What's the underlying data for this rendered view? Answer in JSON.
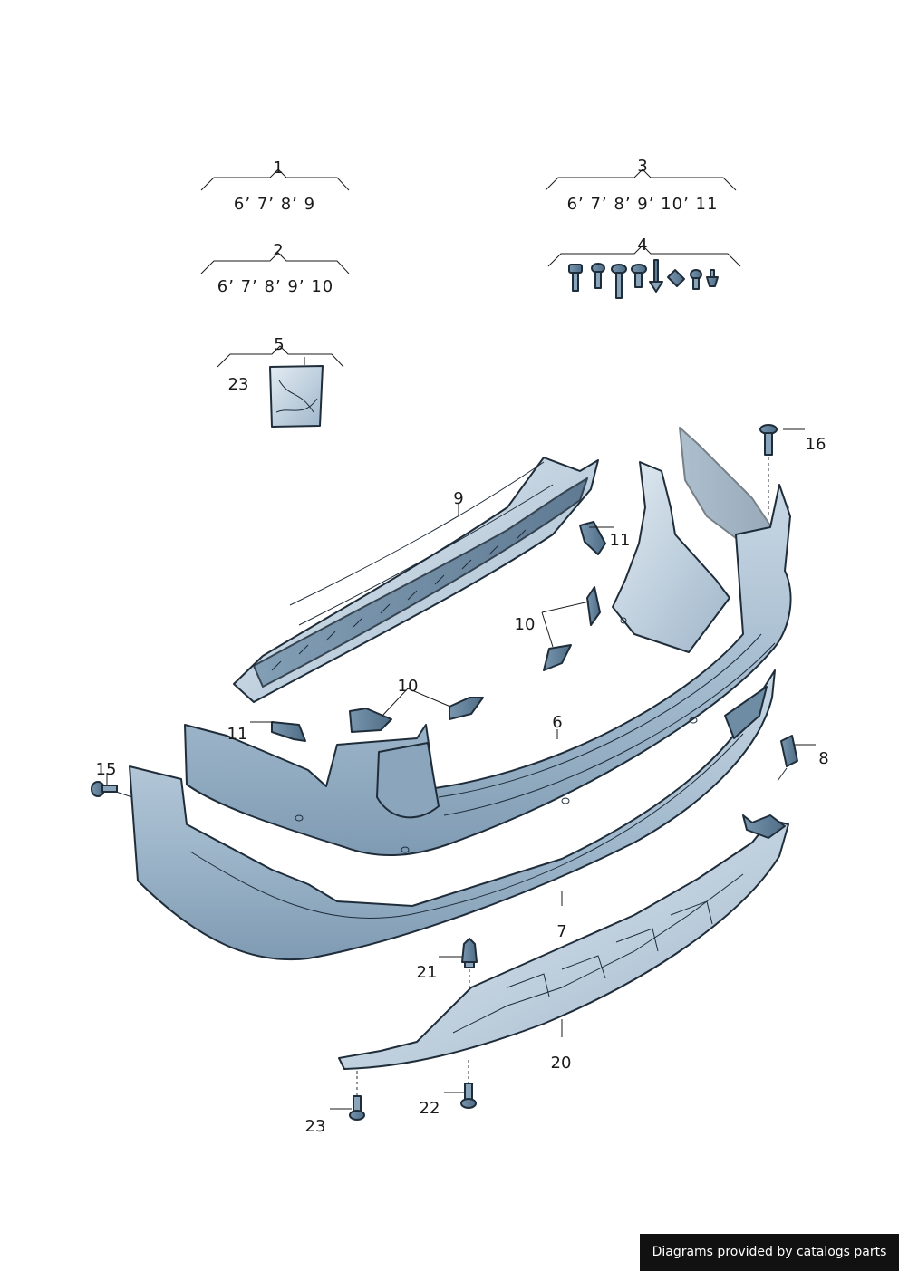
{
  "kits": [
    {
      "number": "1",
      "contents": "6’ 7’ 8’ 9"
    },
    {
      "number": "2",
      "contents": "6’ 7’ 8’ 9’ 10"
    },
    {
      "number": "3",
      "contents": "6’ 7’ 8’ 9’ 10’ 11"
    },
    {
      "number": "4",
      "contents": ""
    },
    {
      "number": "5",
      "contents": "23"
    }
  ],
  "callouts": [
    "9",
    "11",
    "10",
    "10",
    "11",
    "6",
    "15",
    "16",
    "8",
    "7",
    "21",
    "20",
    "22",
    "23"
  ],
  "credit": "Diagrams provided by catalogs parts",
  "colors": {
    "part_fill": "#a9c0d3",
    "part_light": "#d9e4ee",
    "part_dark": "#5f7c95",
    "outline": "#1f2d3a"
  }
}
